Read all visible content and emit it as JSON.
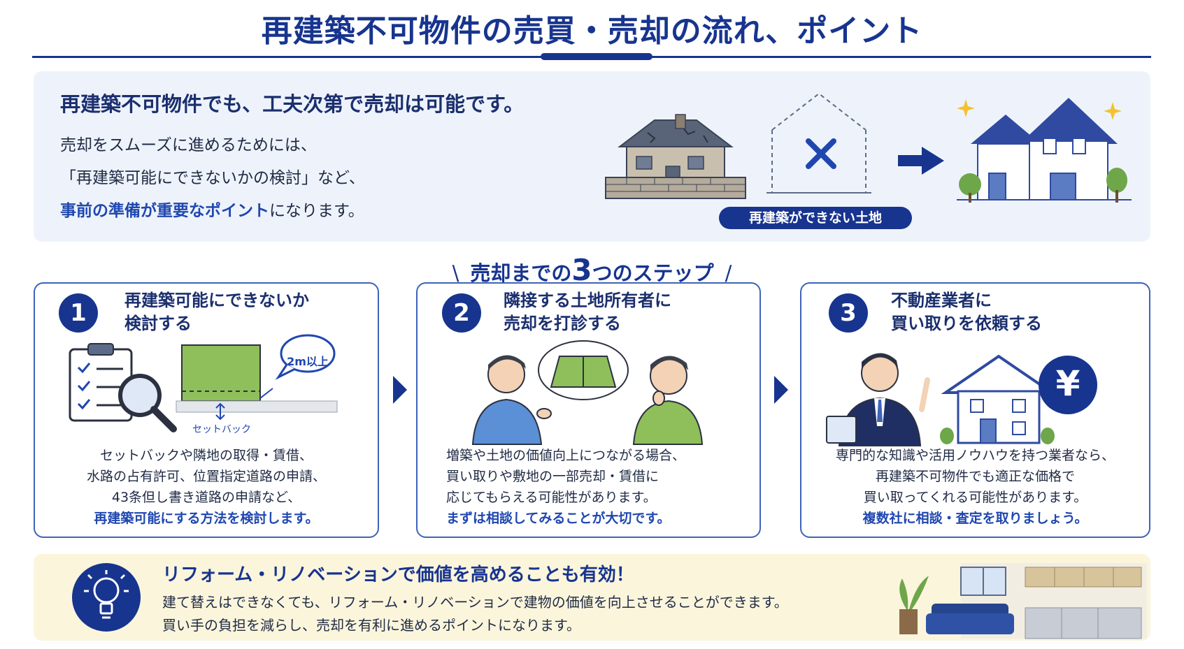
{
  "header": {
    "title": "再建築不可物件の売買・売却の流れ、ポイント"
  },
  "intro": {
    "heading": "再建築不可物件でも、工夫次第で売却は可能です。",
    "line1": "売却をスムーズに進めるためには、",
    "line2": "「再建築可能にできないかの検討」など、",
    "line3_highlight": "事前の準備が重要なポイント",
    "line3_rest": "になります。",
    "land_label": "再建築ができない土地"
  },
  "steps_heading": {
    "pre": "売却までの",
    "number": "3",
    "post": "つのステップ"
  },
  "steps": [
    {
      "number": "1",
      "title_line1": "再建築可能にできないか",
      "title_line2": "検討する",
      "callout": "2m以上",
      "setback_label": "セットバック",
      "body_line1": "セットバックや隣地の取得・賃借、",
      "body_line2": "水路の占有許可、位置指定道路の申請、",
      "body_line3": "43条但し書き道路の申請など、",
      "body_highlight": "再建築可能にする方法を検討します。"
    },
    {
      "number": "2",
      "title_line1": "隣接する土地所有者に",
      "title_line2": "売却を打診する",
      "body_line1": "増築や土地の価値向上につながる場合、",
      "body_line2": "買い取りや敷地の一部売却・賃借に",
      "body_line3": "応じてもらえる可能性があります。",
      "body_highlight": "まずは相談してみることが大切です。"
    },
    {
      "number": "3",
      "title_line1": "不動産業者に",
      "title_line2": "買い取りを依頼する",
      "yen_symbol": "¥",
      "body_line1": "専門的な知識や活用ノウハウを持つ業者なら、",
      "body_line2": "再建築不可物件でも適正な価格で",
      "body_line3": "買い取ってくれる可能性があります。",
      "body_highlight": "複数社に相談・査定を取りましょう。"
    }
  ],
  "reform": {
    "heading": "リフォーム・リノベーションで価値を高めることも有効！",
    "line1": "建て替えはできなくても、リフォーム・リノベーションで建物の価値を向上させることができます。",
    "line2": "買い手の負担を減らし、売却を有利に進めるポイントになります。"
  },
  "colors": {
    "navy": "#17348f",
    "accent_blue": "#1f47b0",
    "grass_green": "#8fbf5a",
    "panel_blue": "#eef3fb",
    "panel_yellow": "#fbf5dc"
  },
  "icons": [
    "old-house-icon",
    "empty-lot-icon",
    "cross-icon",
    "right-arrow-icon",
    "new-house-icon",
    "sparkle-icon",
    "tree-icon",
    "checklist-icon",
    "magnifier-icon",
    "land-plot-icon",
    "speech-bubble-icon",
    "person-icon",
    "businessman-icon",
    "clipboard-icon",
    "yen-coin-icon",
    "house-icon",
    "light-bulb-icon",
    "sofa-icon",
    "plant-icon",
    "kitchen-icon",
    "window-picture-icon"
  ]
}
